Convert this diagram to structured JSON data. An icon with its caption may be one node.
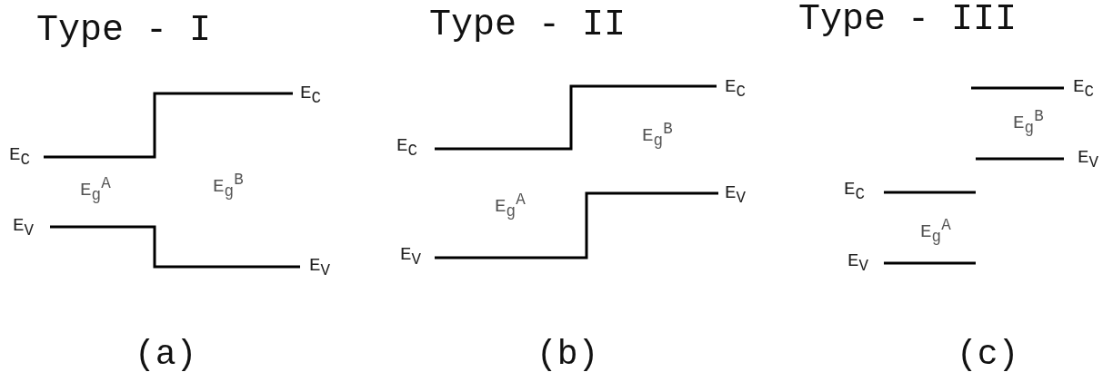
{
  "diagram": {
    "labels": [
      "Type - I",
      "Type - II",
      "Type - III",
      "E$_{C}$",
      "E$_{C}$",
      "E$_{g}$$^{A}$",
      "E$_{g}$$^{B}$",
      "E$_{V}$",
      "E$_{V}$",
      "E$_{C}$",
      "E$_{g}$$^{B}$",
      "E$_{C}$",
      "E$_{V}$",
      "E$_{g}$$^{A}$",
      "E$_{V}$",
      "E$_{C}$",
      "E$_{g}$$^{B}$",
      "E$_{V}$",
      "E$_{C}$",
      "E$_{g}$$^{A}$",
      "E$_{V}$",
      "(a)",
      "(b)",
      "(c)"
    ]
  }
}
